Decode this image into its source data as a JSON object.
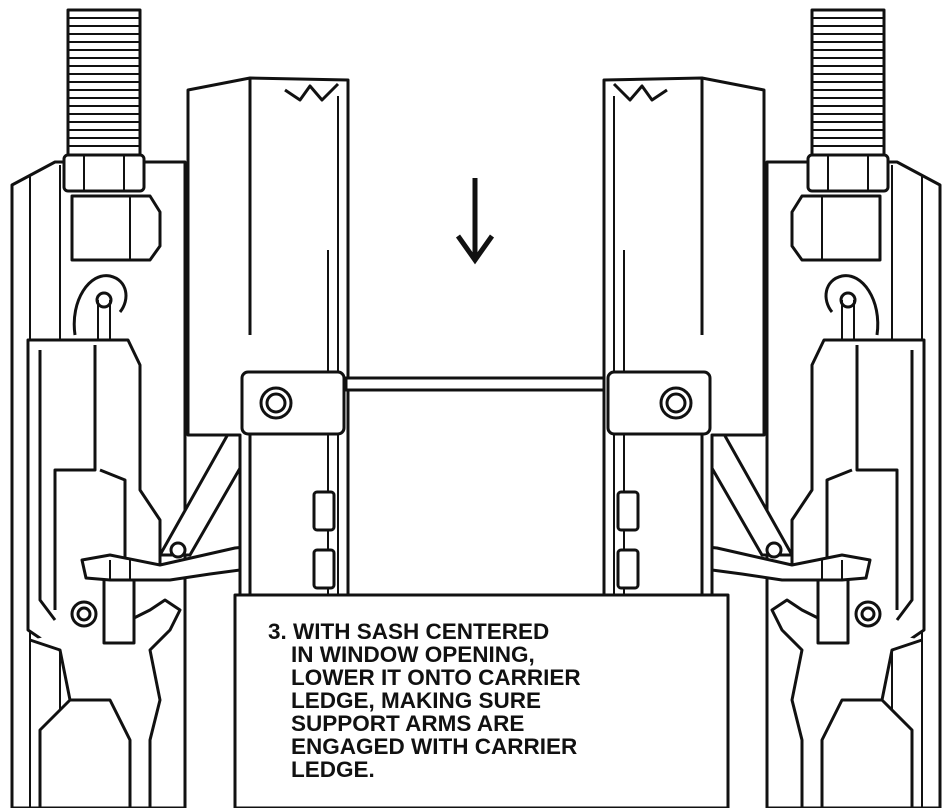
{
  "instruction": {
    "lines": [
      "3. WITH SASH CENTERED",
      "IN WINDOW OPENING,",
      "LOWER IT ONTO CARRIER",
      "LEDGE, MAKING SURE",
      "SUPPORT ARMS ARE",
      "ENGAGED WITH CARRIER",
      "LEDGE."
    ]
  },
  "icons": {
    "direction": "arrow-down-icon"
  },
  "colors": {
    "line": "#111111",
    "background": "#ffffff"
  }
}
